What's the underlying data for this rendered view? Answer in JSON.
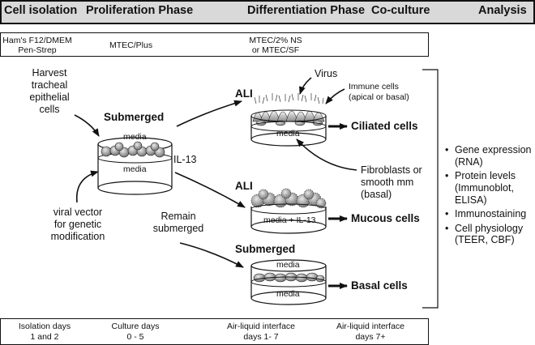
{
  "header": {
    "cell_isolation": "Cell isolation",
    "proliferation": "Proliferation Phase",
    "differentiation": "Differentiation Phase",
    "coculture": "Co-culture",
    "analysis": "Analysis"
  },
  "media_row": {
    "ham_line1": "Ham's F12/DMEM",
    "ham_line2": "Pen-Strep",
    "mtec_plus": "MTEC/Plus",
    "mtec_ns_line1": "MTEC/2% NS",
    "mtec_ns_line2": "or MTEC/SF"
  },
  "diagram": {
    "harvest_lines": [
      "Harvest",
      "tracheal",
      "epithelial",
      "cells"
    ],
    "submerged_title": "Submerged",
    "dish_top_media": "media",
    "dish_bottom_media": "media",
    "il13": "IL-13",
    "viral_lines": [
      "viral vector",
      "for genetic",
      "modification"
    ],
    "remain_lines": [
      "Remain",
      "submerged"
    ],
    "ali_top": "ALI",
    "ali_top_media": "media",
    "virus": "Virus",
    "immune_lines": [
      "Immune cells",
      "(apical or basal)"
    ],
    "ciliated": "Ciliated cells",
    "fibro_lines": [
      "Fibroblasts or",
      "smooth mm",
      "(basal)"
    ],
    "ali_mid": "ALI",
    "ali_mid_media": "media + IL-13",
    "mucous": "Mucous cells",
    "submerged2": "Submerged",
    "basal_top_media": "media",
    "basal_bottom_media": "media",
    "basal": "Basal cells"
  },
  "analysis_items": [
    [
      "Gene expression",
      "(RNA)"
    ],
    [
      "Protein levels",
      "(Immunoblot,",
      "ELISA)"
    ],
    [
      "Immunostaining"
    ],
    [
      "Cell physiology",
      "(TEER, CBF)"
    ]
  ],
  "timeline": {
    "iso_line1": "Isolation days",
    "iso_line2": "1 and 2",
    "culture_line1": "Culture days",
    "culture_line2": "0 - 5",
    "ali1_line1": "Air-liquid interface",
    "ali1_line2": "days 1- 7",
    "ali2_line1": "Air-liquid interface",
    "ali2_line2": "days 7+"
  }
}
